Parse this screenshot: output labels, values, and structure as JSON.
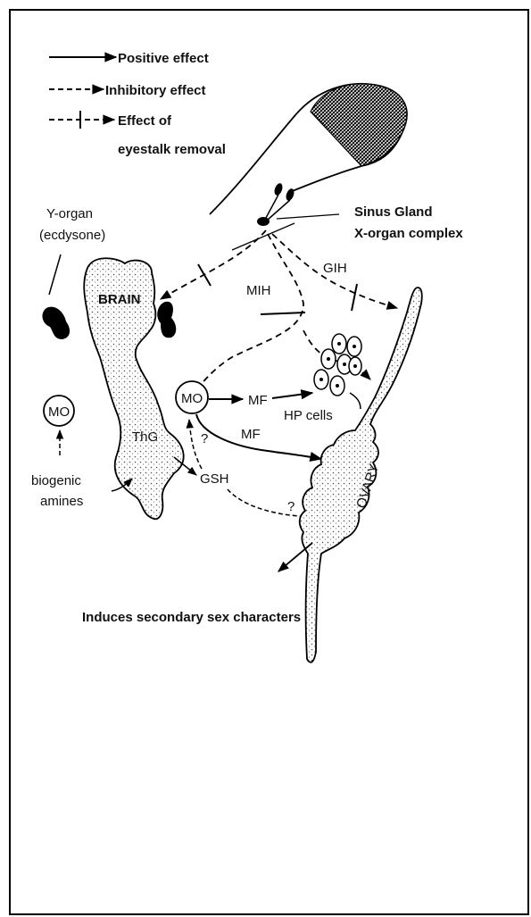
{
  "legend": {
    "positive": "Positive effect",
    "inhibitory": "Inhibitory effect",
    "removal_line1": "Effect of",
    "removal_line2": "eyestalk removal"
  },
  "labels": {
    "y_organ": "Y-organ",
    "ecdysone": "(ecdysone)",
    "sinus_gland": "Sinus Gland",
    "x_organ": "X-organ complex",
    "brain": "BRAIN",
    "mih": "MIH",
    "gih": "GIH",
    "mo_left": "MO",
    "mo_center": "MO",
    "mf_top": "MF",
    "mf_bottom": "MF",
    "hp_cells": "HP cells",
    "thg": "ThG",
    "gsh": "GSH",
    "q1": "?",
    "q2": "?",
    "biogenic": "biogenic",
    "amines": "amines",
    "ovary": "OVARY",
    "induces": "Induces secondary sex characters"
  }
}
